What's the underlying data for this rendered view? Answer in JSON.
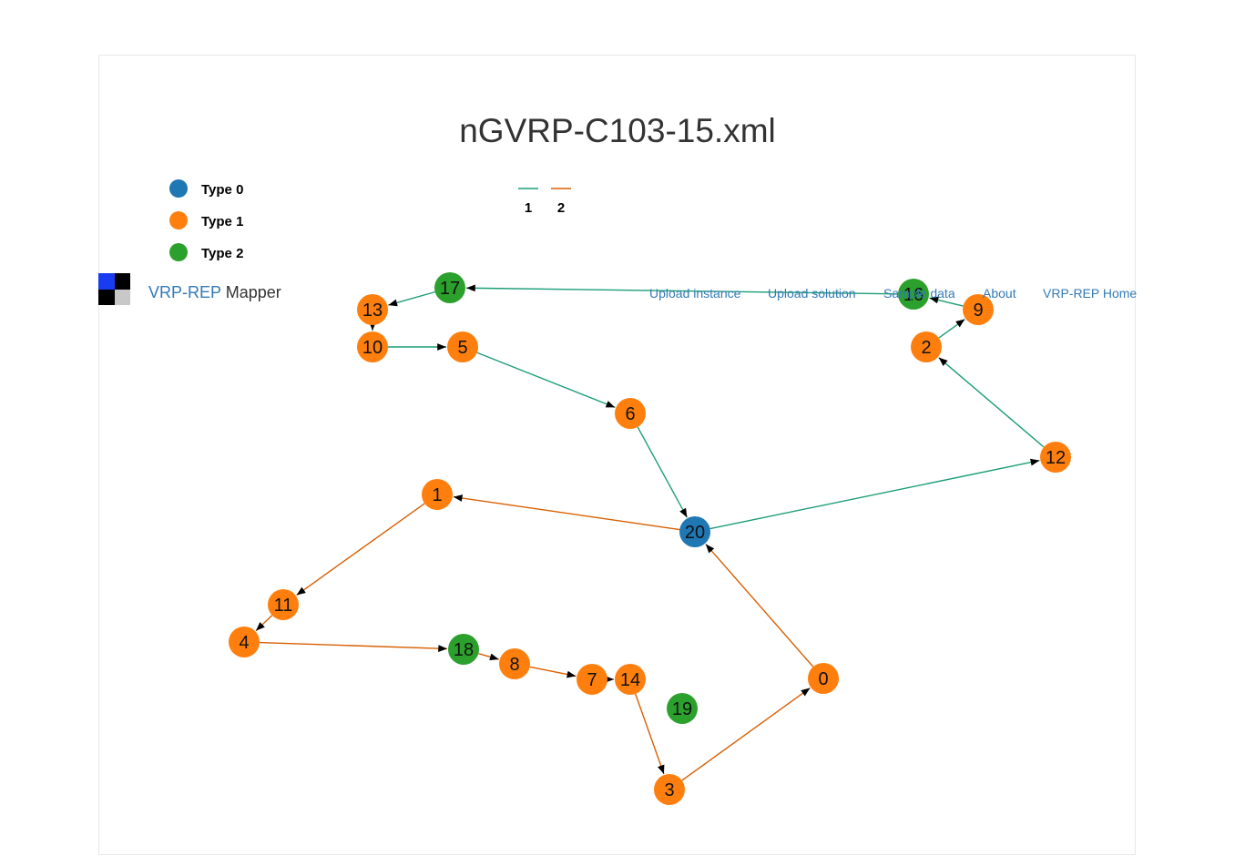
{
  "title": "nGVRP-C103-15.xml",
  "navbar": {
    "brand_part1": "VRP-REP",
    "brand_part2": "Mapper",
    "links": [
      "Upload instance",
      "Upload solution",
      "Sample data",
      "About",
      "VRP-REP Home"
    ]
  },
  "colors": {
    "type0": "#1f77b4",
    "type1": "#ff7f0e",
    "type2": "#2ca02c",
    "route1": "#1b9e77",
    "route2": "#d95f02",
    "link": "#337ab7"
  },
  "node_legend": [
    {
      "label": "Type 0",
      "type": 0
    },
    {
      "label": "Type 1",
      "type": 1
    },
    {
      "label": "Type 2",
      "type": 2
    }
  ],
  "route_legend": [
    {
      "label": "1",
      "route": 1
    },
    {
      "label": "2",
      "route": 2
    }
  ],
  "nodes": [
    {
      "id": "0",
      "type": 1
    },
    {
      "id": "1",
      "type": 1
    },
    {
      "id": "2",
      "type": 1
    },
    {
      "id": "3",
      "type": 1
    },
    {
      "id": "4",
      "type": 1
    },
    {
      "id": "5",
      "type": 1
    },
    {
      "id": "6",
      "type": 1
    },
    {
      "id": "7",
      "type": 1
    },
    {
      "id": "8",
      "type": 1
    },
    {
      "id": "9",
      "type": 1
    },
    {
      "id": "10",
      "type": 1
    },
    {
      "id": "11",
      "type": 1
    },
    {
      "id": "12",
      "type": 1
    },
    {
      "id": "13",
      "type": 1
    },
    {
      "id": "14",
      "type": 1
    },
    {
      "id": "16",
      "type": 2
    },
    {
      "id": "17",
      "type": 2
    },
    {
      "id": "18",
      "type": 2
    },
    {
      "id": "19",
      "type": 2
    },
    {
      "id": "20",
      "type": 0
    }
  ],
  "routes": [
    {
      "name": "1",
      "sequence": [
        "20",
        "12",
        "2",
        "9",
        "16",
        "17",
        "13",
        "10",
        "5",
        "6",
        "20"
      ]
    },
    {
      "name": "2",
      "sequence": [
        "20",
        "1",
        "11",
        "4",
        "18",
        "8",
        "7",
        "14",
        "3",
        "0",
        "20"
      ]
    }
  ]
}
